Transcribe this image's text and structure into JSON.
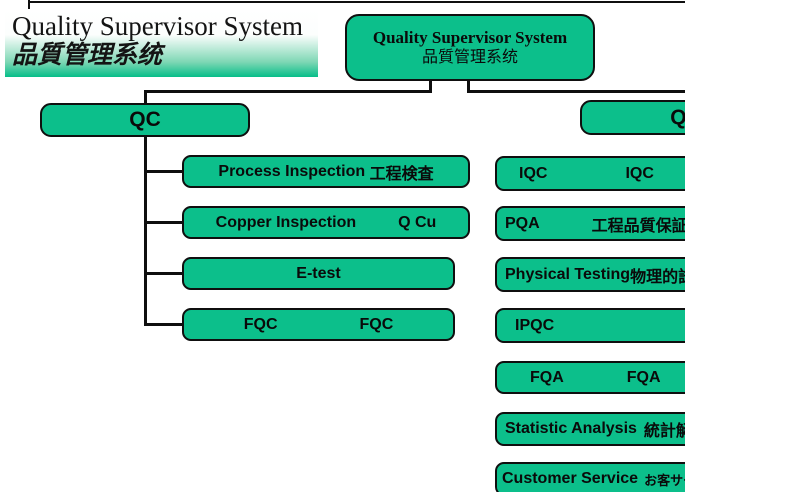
{
  "colors": {
    "box_green": "#0cbf8b",
    "border_black": "#0f0f0f",
    "background": "#ffffff"
  },
  "banner": {
    "title": "Quality Supervisor System",
    "subtitle": "品質管理系统"
  },
  "root": {
    "title": "Quality Supervisor System",
    "subtitle": "品質管理系统"
  },
  "qc_branch": {
    "label": "QC",
    "children": [
      {
        "en": "Process Inspection",
        "jp": "工程検査"
      },
      {
        "en": "Copper Inspection",
        "jp": "Q Cu"
      },
      {
        "en": "E-test",
        "jp": ""
      },
      {
        "en": "FQC",
        "jp": "FQC"
      }
    ]
  },
  "qa_branch": {
    "label": "QA",
    "children": [
      {
        "en": "IQC",
        "jp": "IQC"
      },
      {
        "en": "PQA",
        "jp": "工程品質保証"
      },
      {
        "en": "Physical Testing",
        "jp": "物理的試験"
      },
      {
        "en": "IPQC",
        "jp": ""
      },
      {
        "en": "FQA",
        "jp": "FQA"
      },
      {
        "en": "Statistic Analysis",
        "jp": "統計解析"
      },
      {
        "en": "Customer Service",
        "jp": "お客サービス"
      }
    ]
  }
}
